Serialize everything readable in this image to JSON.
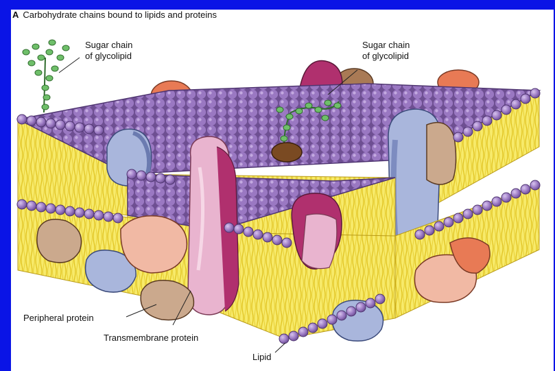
{
  "caption": {
    "letter": "A",
    "text": "Carbohydrate chains bound to lipids and proteins"
  },
  "labels": {
    "sugar_chain_left": [
      "Sugar chain",
      "of glycolipid"
    ],
    "sugar_chain_right": [
      "Sugar chain",
      "of glycolipid"
    ],
    "peripheral_protein": "Peripheral protein",
    "transmembrane_protein": "Transmembrane protein",
    "lipid": "Lipid"
  },
  "colors": {
    "frame": "#0a14e6",
    "lipid_head": "#9a78c2",
    "lipid_tail": "#f3e04a",
    "protein_blue": "#a9b6dc",
    "protein_pink": "#e9b4cf",
    "protein_magenta": "#b0306e",
    "protein_orange": "#e87a55",
    "protein_tan": "#cba98d",
    "sugar": "#6fbf6a"
  }
}
